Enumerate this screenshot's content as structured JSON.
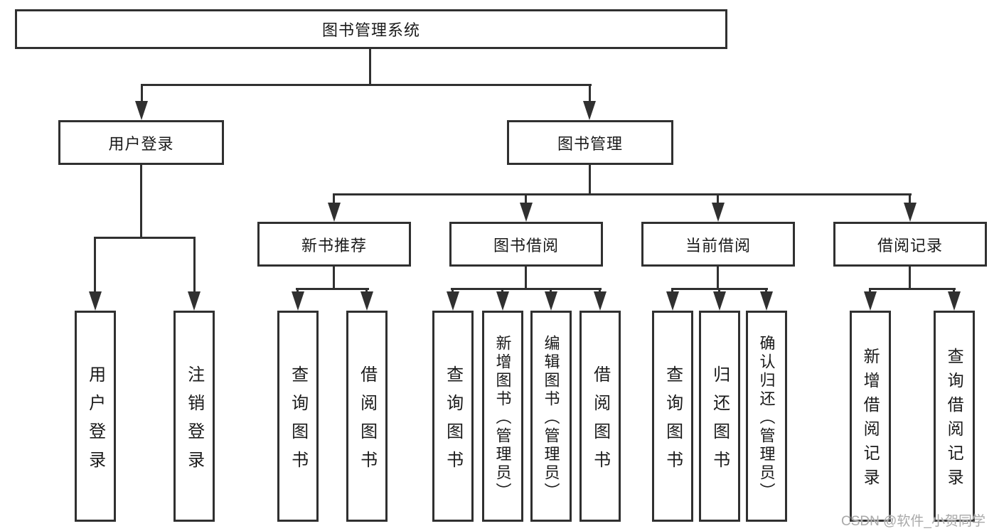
{
  "diagram": {
    "title": "图书管理系统",
    "branches": [
      {
        "label": "用户登录",
        "children": [
          "用户登录",
          "注销登录"
        ]
      },
      {
        "label": "图书管理",
        "sections": [
          {
            "label": "新书推荐",
            "children": [
              "查询图书",
              "借阅图书"
            ]
          },
          {
            "label": "图书借阅",
            "children": [
              "查询图书",
              "新增图书（管理员）",
              "编辑图书（管理员）",
              "借阅图书"
            ]
          },
          {
            "label": "当前借阅",
            "children": [
              "查询图书",
              "归还图书",
              "确认归还（管理员）"
            ]
          },
          {
            "label": "借阅记录",
            "children": [
              "新增借阅记录",
              "查询借阅记录"
            ]
          }
        ]
      }
    ]
  },
  "watermark": {
    "text": "CSDN @软件_小贺同学"
  },
  "colors": {
    "line": "#303030",
    "text": "#1a1a1a",
    "watermark": "#a9a9a9",
    "background": "#ffffff"
  }
}
